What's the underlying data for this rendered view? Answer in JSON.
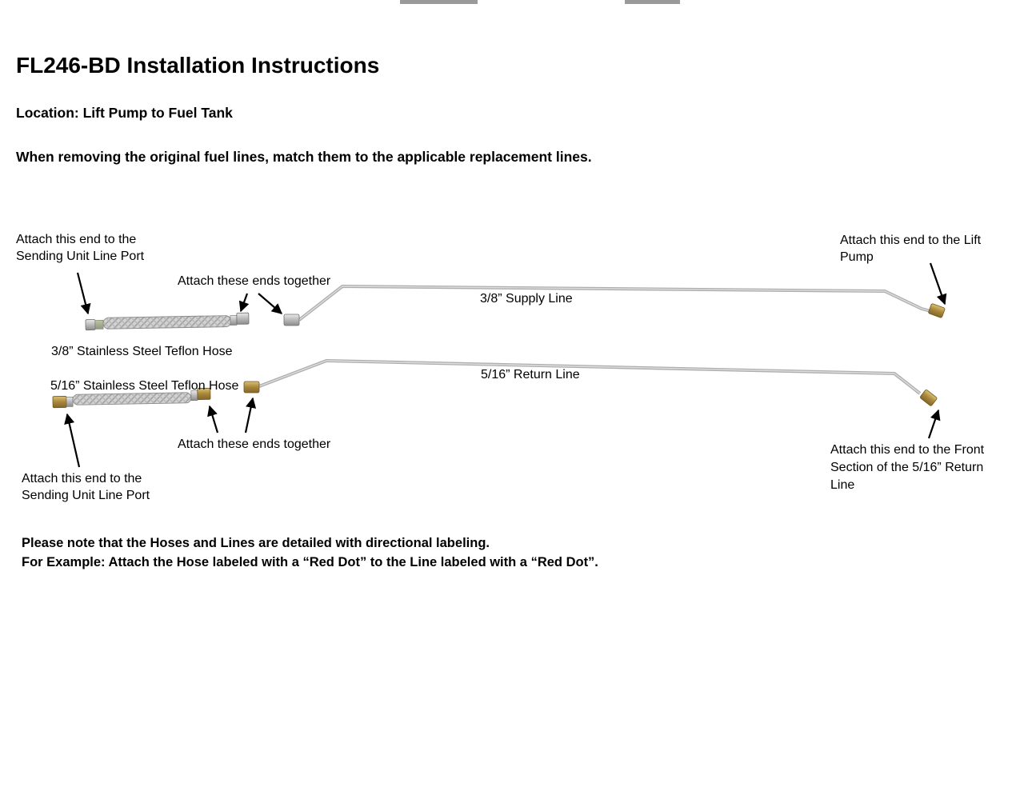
{
  "header": {
    "title": "FL246-BD Installation Instructions",
    "location": "Location: Lift Pump to Fuel Tank",
    "intro": "When removing the original fuel lines, match them to the applicable replacement lines."
  },
  "diagram": {
    "labels": {
      "sending_unit_top": "Attach this end to the Sending Unit Line Port",
      "attach_ends_top": "Attach these ends together",
      "supply_line": "3/8” Supply Line",
      "lift_pump": "Attach this end to the Lift Pump",
      "hose_38": "3/8” Stainless Steel Teflon Hose",
      "hose_516": "5/16” Stainless Steel Teflon Hose",
      "return_line": "5/16” Return Line",
      "attach_ends_bottom": "Attach these ends together",
      "sending_unit_bottom": "Attach this end to the Sending Unit Line Port",
      "return_front": "Attach this end to the  Front Section of the 5/16” Return Line"
    }
  },
  "notes": {
    "line1": "Please note that the Hoses and Lines are detailed with directional labeling.",
    "line2": "For Example: Attach the Hose labeled with a “Red Dot” to the Line labeled with a “Red Dot”."
  },
  "colors": {
    "tube_gray": "#b0b0b0",
    "brass": "#a8873b",
    "steel": "#b9b9b9",
    "arrow_black": "#000000"
  }
}
